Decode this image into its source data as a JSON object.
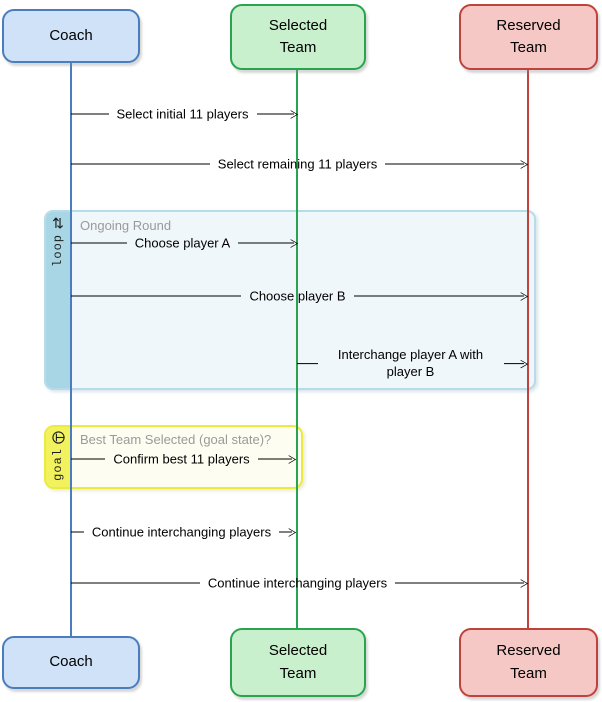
{
  "diagram": {
    "kind": "uml-sequence-diagram",
    "actors": [
      {
        "name": "Coach",
        "line1": "Coach",
        "fill": "#cfe2f8",
        "stroke": "#4a7dbd"
      },
      {
        "name": "Selected Team",
        "line1": "Selected",
        "line2": "Team",
        "fill": "#c9f0cc",
        "stroke": "#2aa34f"
      },
      {
        "name": "Reserved Team",
        "line1": "Reserved",
        "line2": "Team",
        "fill": "#f5c8c5",
        "stroke": "#c0423c"
      }
    ],
    "frames": [
      {
        "type": "loop",
        "tab_label": "loop",
        "icon": "up-down-arrows-icon",
        "icon_glyph": "⇅",
        "title": "Ongoing Round",
        "tab_color": "#a8d6e4",
        "border_color": "#b5dce8",
        "body_color": "#f0f7fb"
      },
      {
        "type": "goal",
        "tab_label": "goal",
        "icon": "goal-state-icon",
        "title": "Best Team Selected (goal state)?",
        "tab_color": "#f2f25e",
        "border_color": "#ebeb3d",
        "body_color": "#fdfdf2"
      }
    ],
    "messages": [
      {
        "label": "Select initial 11 players",
        "from": "Coach",
        "to": "Selected Team"
      },
      {
        "label": "Select remaining 11 players",
        "from": "Coach",
        "to": "Reserved Team"
      },
      {
        "label": "Choose player A",
        "from": "Coach",
        "to": "Selected Team",
        "frame": "loop"
      },
      {
        "label": "Choose player B",
        "from": "Coach",
        "to": "Reserved Team",
        "frame": "loop"
      },
      {
        "label": "Interchange player A with player B",
        "from": "Selected Team",
        "to": "Reserved Team",
        "frame": "loop"
      },
      {
        "label": "Confirm best 11 players",
        "from": "Coach",
        "to": "Selected Team",
        "frame": "goal"
      },
      {
        "label": "Continue interchanging players",
        "from": "Coach",
        "to": "Selected Team"
      },
      {
        "label": "Continue interchanging players",
        "from": "Coach",
        "to": "Reserved Team"
      }
    ]
  }
}
